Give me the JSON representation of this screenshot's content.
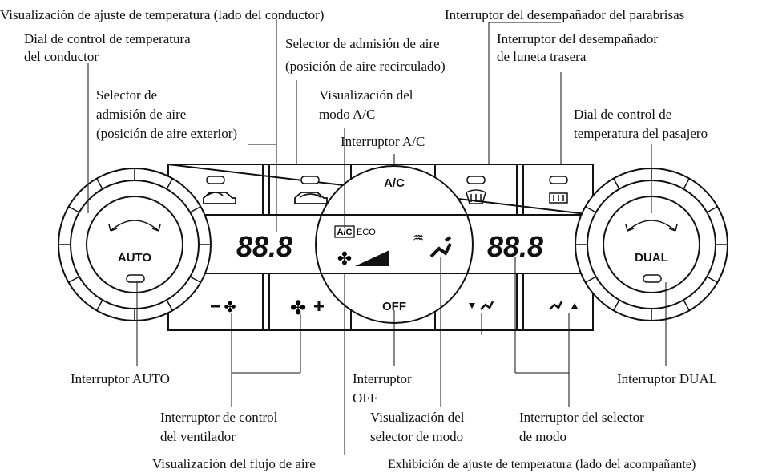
{
  "panel": {
    "auto_label": "AUTO",
    "dual_label": "DUAL",
    "ac_label": "A/C",
    "off_label": "OFF",
    "ac_indicator": "A/C",
    "eco_indicator": "ECO",
    "temp_driver": "88.8",
    "temp_passenger": "88.8"
  },
  "callouts": {
    "temp_display_driver": "Visualización de ajuste de temperatura (lado del conductor)",
    "windshield_defroster": "Interruptor del desempañador del parabrisas",
    "driver_dial_l1": "Dial de control de temperatura",
    "driver_dial_l2": "del conductor",
    "recirc_l1": "Selector de admisión de aire",
    "recirc_l2": "(posición de aire recirculado)",
    "rear_defroster_l1": "Interruptor del desempañador",
    "rear_defroster_l2": "de luneta trasera",
    "outside_air_l1": "Selector de",
    "outside_air_l2": "admisión de aire",
    "outside_air_l3": "(posición de aire exterior)",
    "ac_display_l1": "Visualización del",
    "ac_display_l2": "modo A/C",
    "passenger_dial_l1": "Dial de control de",
    "passenger_dial_l2": "temperatura del pasajero",
    "ac_switch": "Interruptor A/C",
    "auto_switch": "Interruptor AUTO",
    "dual_switch": "Interruptor DUAL",
    "off_switch_l1": "Interruptor",
    "off_switch_l2": "OFF",
    "fan_control_l1": "Interruptor de control",
    "fan_control_l2": "del ventilador",
    "mode_display_l1": "Visualización del",
    "mode_display_l2": "selector de modo",
    "mode_selector_l1": "Interruptor del selector",
    "mode_selector_l2": "de modo",
    "airflow_display": "Visualización del flujo de aire",
    "temp_display_passenger": "Exhibición de ajuste de temperatura (lado del acompañante)"
  }
}
